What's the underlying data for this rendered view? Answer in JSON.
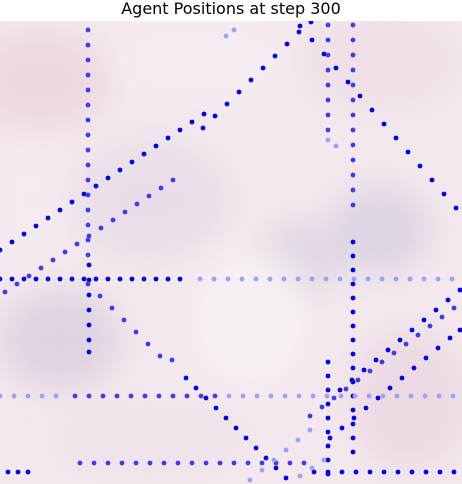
{
  "chart_data": {
    "type": "scatter",
    "title": "Agent Positions at step 300",
    "xlabel": "",
    "ylabel": "",
    "xlim": [
      0,
      462
    ],
    "ylim": [
      21,
      484
    ],
    "y_inverted": true,
    "axes_visible": false,
    "grid": false,
    "legend": "none",
    "background": "faint pink-tinted histology image",
    "colors": {
      "strong": "#0000ee",
      "medium": "#3b3bf2",
      "faint": "#9f9ff6"
    },
    "series": [
      {
        "tone": "strong",
        "x": [
          0,
          12,
          24,
          36,
          48,
          60,
          72,
          84,
          96,
          108,
          120,
          132,
          144,
          156,
          168,
          180,
          192,
          204
        ],
        "y": [
          250,
          242,
          234,
          226,
          218,
          210,
          202,
          194,
          186,
          178,
          170,
          162,
          154,
          146,
          138,
          130,
          122,
          114
        ]
      },
      {
        "tone": "medium",
        "x": [
          5,
          17,
          29,
          41,
          53,
          65,
          77,
          89,
          101,
          113,
          125,
          137,
          149,
          161,
          173
        ],
        "y": [
          292,
          284,
          276,
          268,
          260,
          252,
          244,
          236,
          228,
          220,
          212,
          204,
          196,
          188,
          180
        ]
      },
      {
        "tone": "strong",
        "x": [
          0,
          12,
          24,
          36,
          48,
          60,
          72,
          84,
          96,
          108,
          120,
          132,
          144,
          156,
          168,
          180
        ],
        "y": [
          279,
          279,
          279,
          279,
          279,
          279,
          279,
          279,
          279,
          279,
          279,
          279,
          279,
          279,
          279,
          279
        ]
      },
      {
        "tone": "faint",
        "x": [
          200,
          214,
          228,
          242,
          256,
          270,
          284,
          298,
          312,
          326,
          340,
          354,
          368,
          382,
          396,
          410,
          424,
          438,
          452
        ],
        "y": [
          279,
          279,
          279,
          279,
          279,
          279,
          279,
          279,
          279,
          279,
          279,
          279,
          279,
          279,
          279,
          279,
          279,
          279,
          279
        ]
      },
      {
        "tone": "medium",
        "x": [
          88,
          88,
          88,
          88,
          88,
          88,
          88,
          88,
          88,
          88,
          88,
          88,
          88,
          88,
          88,
          88
        ],
        "y": [
          30,
          45,
          60,
          75,
          90,
          105,
          120,
          135,
          150,
          165,
          180,
          195,
          210,
          225,
          240,
          255
        ]
      },
      {
        "tone": "strong",
        "x": [
          89,
          89,
          89,
          89,
          89,
          89,
          89
        ],
        "y": [
          265,
          280,
          295,
          310,
          325,
          340,
          352
        ]
      },
      {
        "tone": "medium",
        "x": [
          88,
          100,
          112,
          124,
          136,
          148,
          160,
          172
        ],
        "y": [
          284,
          296,
          308,
          320,
          332,
          344,
          356,
          360
        ]
      },
      {
        "tone": "strong",
        "x": [
          203,
          215,
          227,
          239,
          251,
          263,
          275,
          287,
          299,
          311
        ],
        "y": [
          128,
          116,
          104,
          92,
          80,
          68,
          56,
          44,
          32,
          22
        ]
      },
      {
        "tone": "strong",
        "x": [
          300,
          312,
          324,
          336,
          348,
          360,
          372,
          384,
          396,
          408,
          420,
          432,
          444,
          456
        ],
        "y": [
          26,
          40,
          54,
          68,
          82,
          96,
          110,
          124,
          138,
          152,
          166,
          180,
          194,
          208
        ]
      },
      {
        "tone": "medium",
        "x": [
          328,
          328,
          328,
          328,
          328,
          328,
          328,
          328
        ],
        "y": [
          25,
          40,
          55,
          70,
          85,
          100,
          115,
          130
        ]
      },
      {
        "tone": "faint",
        "x": [
          328,
          336
        ],
        "y": [
          140,
          146
        ]
      },
      {
        "tone": "medium",
        "x": [
          353,
          353,
          353,
          353,
          353,
          353,
          353,
          353,
          353,
          353,
          353,
          353,
          353
        ],
        "y": [
          25,
          40,
          55,
          70,
          85,
          100,
          115,
          130,
          145,
          160,
          175,
          190,
          205
        ]
      },
      {
        "tone": "strong",
        "x": [
          353,
          353,
          353,
          353,
          353,
          353,
          353,
          353,
          353,
          353,
          353,
          353,
          353,
          353,
          353,
          353
        ],
        "y": [
          242,
          256,
          270,
          284,
          298,
          312,
          326,
          340,
          354,
          368,
          382,
          396,
          410,
          424,
          438,
          452
        ]
      },
      {
        "tone": "medium",
        "x": [
          75,
          89,
          103,
          117,
          131,
          145,
          159,
          173,
          187,
          201,
          215
        ],
        "y": [
          396,
          396,
          396,
          396,
          396,
          396,
          396,
          396,
          396,
          396,
          396
        ]
      },
      {
        "tone": "faint",
        "x": [
          0,
          14,
          28,
          42,
          56
        ],
        "y": [
          396,
          396,
          396,
          396,
          396
        ]
      },
      {
        "tone": "faint",
        "x": [
          229,
          243,
          257,
          271,
          285,
          299,
          313,
          327,
          341,
          355,
          369,
          383,
          397,
          411,
          425,
          439,
          453
        ],
        "y": [
          396,
          396,
          396,
          396,
          396,
          396,
          396,
          396,
          396,
          396,
          396,
          396,
          396,
          396,
          396,
          396,
          396
        ]
      },
      {
        "tone": "strong",
        "x": [
          186,
          196,
          206,
          216,
          226,
          236,
          246,
          256,
          266,
          276,
          286
        ],
        "y": [
          378,
          388,
          398,
          408,
          418,
          428,
          438,
          448,
          458,
          468,
          478
        ]
      },
      {
        "tone": "strong",
        "x": [
          328,
          328,
          328,
          328,
          328,
          328,
          328,
          328,
          328
        ],
        "y": [
          362,
          376,
          390,
          404,
          418,
          432,
          446,
          460,
          474
        ]
      },
      {
        "tone": "medium",
        "x": [
          80,
          94,
          108,
          122,
          136,
          150,
          164,
          178,
          192,
          206,
          220,
          234,
          248,
          262,
          276,
          290,
          304
        ],
        "y": [
          463,
          463,
          463,
          463,
          463,
          463,
          463,
          463,
          463,
          463,
          463,
          463,
          463,
          463,
          463,
          463,
          463
        ]
      },
      {
        "tone": "strong",
        "x": [
          314,
          328,
          342,
          356,
          370,
          384,
          398,
          412,
          426,
          440,
          454
        ],
        "y": [
          472,
          472,
          472,
          472,
          472,
          472,
          472,
          472,
          472,
          472,
          472
        ]
      },
      {
        "tone": "strong",
        "x": [
          8,
          18,
          28
        ],
        "y": [
          472,
          472,
          472
        ]
      },
      {
        "tone": "medium",
        "x": [
          310,
          322,
          334,
          346,
          358,
          370,
          382,
          394,
          406,
          418,
          430,
          442,
          454
        ],
        "y": [
          416,
          407,
          398,
          389,
          380,
          371,
          362,
          353,
          344,
          335,
          326,
          317,
          308
        ]
      },
      {
        "tone": "strong",
        "x": [
          330,
          342,
          354,
          366,
          378,
          390,
          402,
          414,
          426,
          438,
          450,
          460
        ],
        "y": [
          438,
          428,
          418,
          408,
          398,
          388,
          378,
          368,
          358,
          348,
          338,
          330
        ]
      },
      {
        "tone": "strong",
        "x": [
          340,
          352,
          364,
          376,
          388,
          400,
          412,
          424,
          436,
          448,
          460
        ],
        "y": [
          390,
          380,
          370,
          360,
          350,
          340,
          330,
          320,
          310,
          300,
          290
        ]
      },
      {
        "tone": "faint",
        "x": [
          250,
          262,
          274,
          286,
          298,
          310
        ],
        "y": [
          480,
          470,
          460,
          450,
          440,
          430
        ]
      },
      {
        "tone": "faint",
        "x": [
          300,
          312,
          324
        ],
        "y": [
          476,
          468,
          460
        ]
      },
      {
        "tone": "faint",
        "x": [
          226,
          234
        ],
        "y": [
          36,
          30
        ]
      }
    ]
  }
}
